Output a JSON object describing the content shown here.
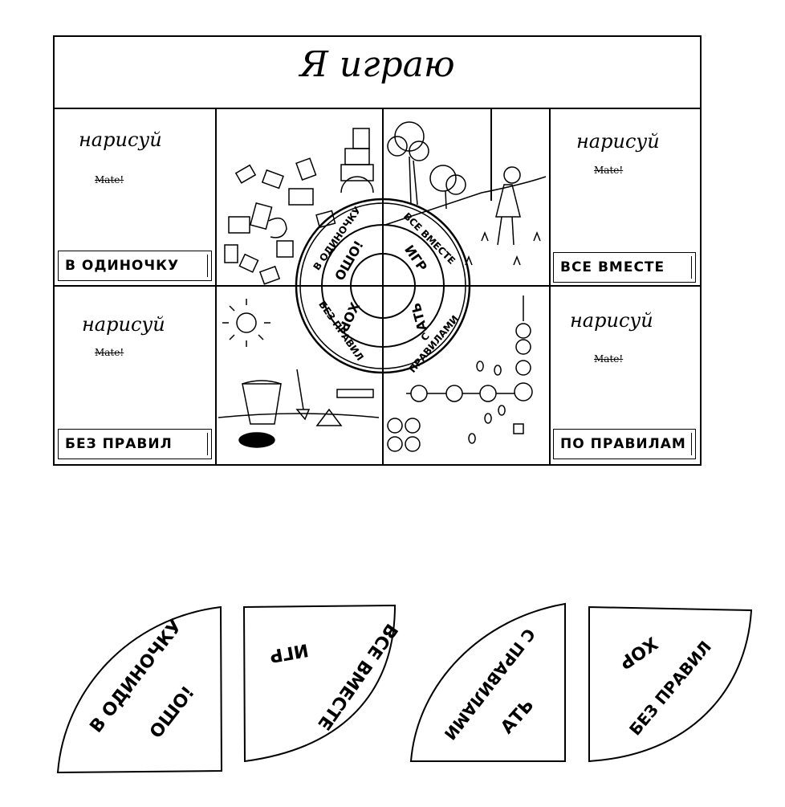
{
  "header": {
    "title": "Я играю"
  },
  "cells": {
    "top_left": {
      "draw": "нарисуй",
      "mate": "Mate!",
      "label": "В ОДИНОЧКУ"
    },
    "top_right": {
      "draw": "нарисуй",
      "mate": "Mate!",
      "label": "ВСЕ ВМЕСТЕ"
    },
    "bottom_left": {
      "draw": "нарисуй",
      "mate": "Mate!",
      "label": "БЕЗ ПРАВИЛ"
    },
    "bottom_right": {
      "draw": "нарисуй",
      "mate": "Mate!",
      "label": "ПО ПРАВИЛАМ"
    }
  },
  "wheel": {
    "outer": [
      "В ОДИНОЧКУ",
      "ВСЕ ВМЕСТЕ",
      "С ПРАВИЛАМИ",
      "БЕЗ ПРАВИЛ"
    ],
    "inner": [
      "ОШО!",
      "ИГР",
      "АТЬ",
      "ХОР"
    ]
  },
  "cutouts": [
    {
      "outer": "В ОДИНОЧКУ",
      "inner": "ОШО!"
    },
    {
      "outer": "ВСЕ ВМЕСТЕ",
      "inner": "ИГР"
    },
    {
      "outer": "С ПРАВИЛАМИ",
      "inner": "АТЬ"
    },
    {
      "outer": "БЕЗ ПРАВИЛ",
      "inner": "ХОР"
    }
  ]
}
